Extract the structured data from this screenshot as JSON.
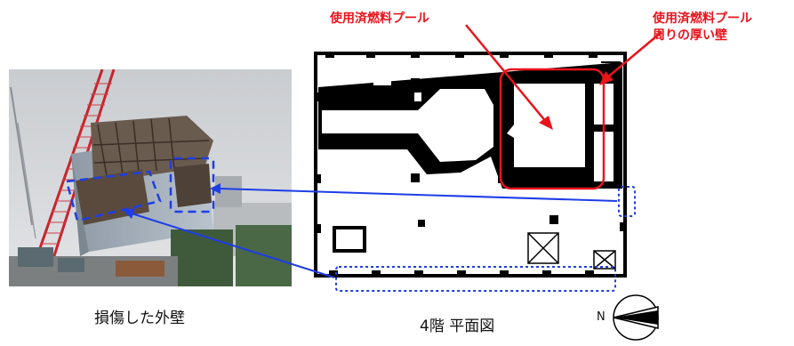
{
  "labels": {
    "pool": "使用済燃料プール",
    "pool_wall_line1": "使用済燃料プール",
    "pool_wall_line2": "周りの厚い壁"
  },
  "captions": {
    "photo": "損傷した外壁",
    "plan": "4階 平面図"
  },
  "compass": {
    "north_label": "N"
  },
  "colors": {
    "annotation_red": "#e8141c",
    "callout_blue": "#1e3de6",
    "wall_black": "#000000"
  }
}
